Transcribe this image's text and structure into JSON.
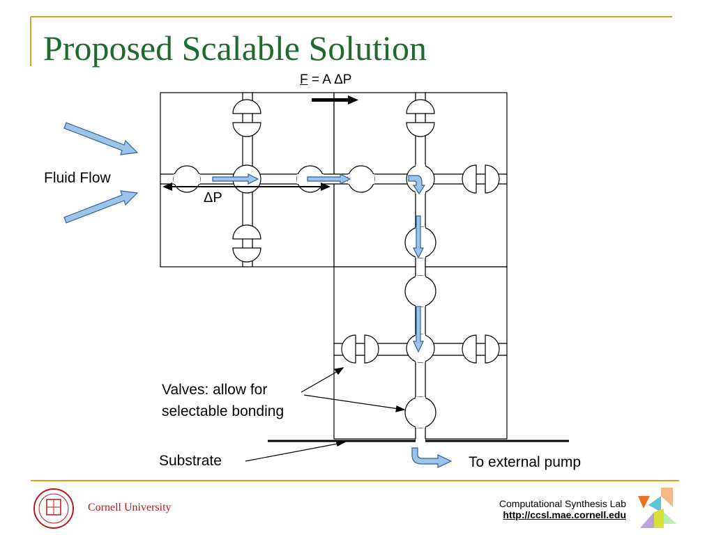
{
  "slide": {
    "title": "Proposed Scalable Solution"
  },
  "diagram": {
    "formula_F": "F",
    "formula_rest": " = A ΔP",
    "delta_p_label": "ΔP",
    "fluid_flow_label": "Fluid Flow",
    "valves_label_line1": "Valves: allow for",
    "valves_label_line2": "selectable bonding",
    "substrate_label": "Substrate",
    "pump_label": "To external pump"
  },
  "footer": {
    "university": "Cornell University",
    "lab_name": "Computational Synthesis Lab",
    "lab_url": "http://ccsl.mae.cornell.edu"
  },
  "colors": {
    "title": "#1f6b2e",
    "accent_line": "#d6a21e",
    "arrow_fill": "#9cc3ea",
    "arrow_stroke": "#2f5f9a",
    "cornell_red": "#b31b1b"
  }
}
